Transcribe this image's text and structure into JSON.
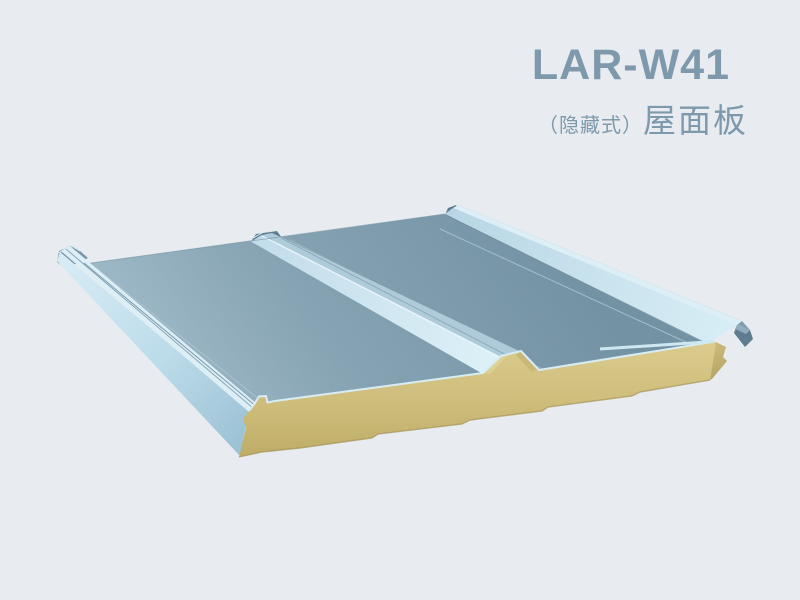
{
  "header": {
    "model": "LAR-W41",
    "subtitle_prefix": "（隐藏式）",
    "subtitle_main": "屋面板",
    "text_color": "#7e99ab"
  },
  "colors": {
    "background": "#e8ecf1",
    "panel_metal_dark": "#7b99aa",
    "panel_metal_light": "#d6eaf3",
    "seam_shadow": "#607d8f",
    "foam_core_top": "#d7c88a",
    "foam_core_bottom": "#bfad6a",
    "title_text": "#7e99ab"
  },
  "illustration": {
    "label": "3D rendering of LAR-W41 concealed-fix insulated metal roof panel with two standing seams, center rib and tan foam core"
  }
}
